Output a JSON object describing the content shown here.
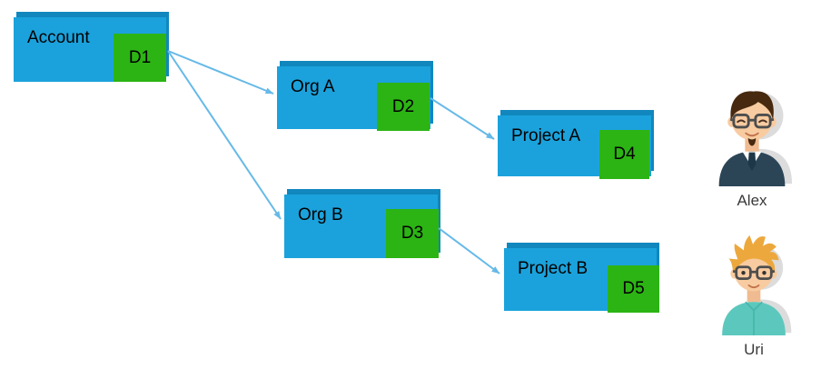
{
  "diagram": {
    "nodes": {
      "account": {
        "label": "Account",
        "badge": "D1"
      },
      "org_a": {
        "label": "Org A",
        "badge": "D2"
      },
      "org_b": {
        "label": "Org B",
        "badge": "D3"
      },
      "project_a": {
        "label": "Project A",
        "badge": "D4"
      },
      "project_b": {
        "label": "Project B",
        "badge": "D5"
      }
    },
    "edges": [
      {
        "from": "account",
        "to": "org_a"
      },
      {
        "from": "account",
        "to": "org_b"
      },
      {
        "from": "org_a",
        "to": "project_a"
      },
      {
        "from": "org_b",
        "to": "project_b"
      }
    ],
    "colors": {
      "node_fill": "#1BA2DC",
      "node_top_band": "#1187BE",
      "badge_fill": "#2CB414",
      "arrow": "#66B9E8",
      "node_text": "#000000",
      "user_label_text": "#3A3A3A"
    }
  },
  "users": [
    {
      "name": "Alex"
    },
    {
      "name": "Uri"
    }
  ]
}
